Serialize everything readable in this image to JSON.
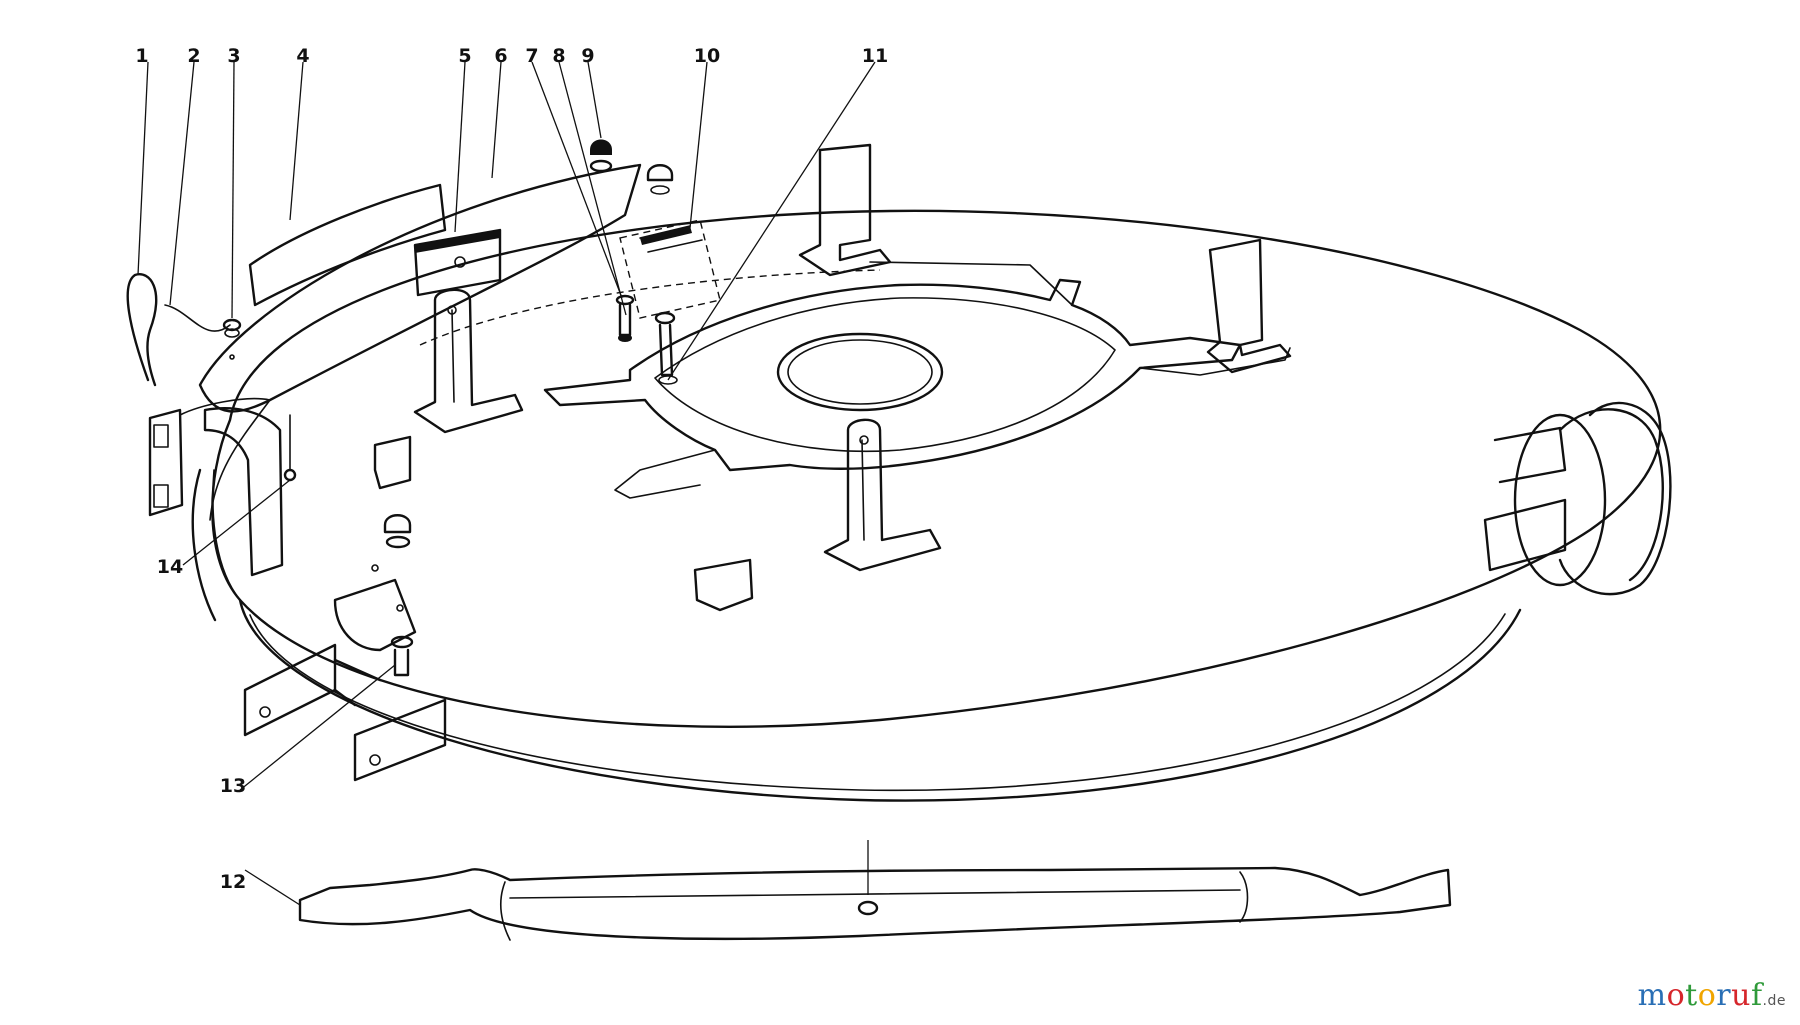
{
  "callouts": [
    {
      "id": "1",
      "label": "1"
    },
    {
      "id": "2",
      "label": "2"
    },
    {
      "id": "3",
      "label": "3"
    },
    {
      "id": "4",
      "label": "4"
    },
    {
      "id": "5",
      "label": "5"
    },
    {
      "id": "6",
      "label": "6"
    },
    {
      "id": "7",
      "label": "7"
    },
    {
      "id": "8",
      "label": "8"
    },
    {
      "id": "9",
      "label": "9"
    },
    {
      "id": "10",
      "label": "10"
    },
    {
      "id": "11",
      "label": "11"
    },
    {
      "id": "12",
      "label": "12"
    },
    {
      "id": "13",
      "label": "13"
    },
    {
      "id": "14",
      "label": "14"
    }
  ],
  "watermark": {
    "letters": [
      {
        "ch": "m",
        "color": "#2a6fb5"
      },
      {
        "ch": "o",
        "color": "#d6262b"
      },
      {
        "ch": "t",
        "color": "#2f9a3a"
      },
      {
        "ch": "o",
        "color": "#f0a500"
      },
      {
        "ch": "r",
        "color": "#2a6fb5"
      },
      {
        "ch": "u",
        "color": "#d6262b"
      },
      {
        "ch": "f",
        "color": "#2f9a3a"
      }
    ],
    "tld": ".de"
  }
}
